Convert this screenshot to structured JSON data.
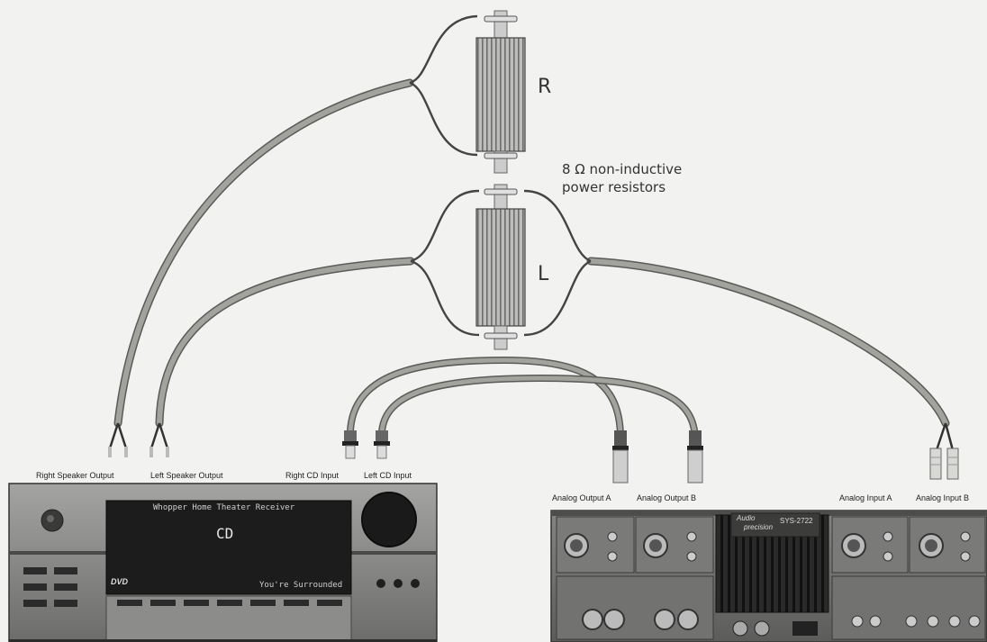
{
  "resistors": {
    "right_label": "R",
    "left_label": "L",
    "note_line1": "8 Ω non-inductive",
    "note_line2": "power resistors"
  },
  "receiver": {
    "display_title": "Whopper Home Theater Receiver",
    "display_source": "CD",
    "display_status": "You're Surrounded",
    "dvd_logo": "DVD"
  },
  "analyzer": {
    "brand_line1": "Audio",
    "brand_line2": "precision",
    "model": "SYS-2722"
  },
  "connection_labels": {
    "right_speaker_output": "Right Speaker Output",
    "left_speaker_output": "Left Speaker Output",
    "right_cd_input": "Right CD Input",
    "left_cd_input": "Left CD Input",
    "analog_output_a": "Analog Output A",
    "analog_output_b": "Analog Output B",
    "analog_input_a": "Analog Input A",
    "analog_input_b": "Analog Input B"
  },
  "colors": {
    "background": "#f2f2f0",
    "cable": "#9a9a94",
    "cable_dark": "#555555",
    "resistor_body": "#a8a8a6",
    "receiver_body": "#8a8a88",
    "display_panel": "#1c1c1c",
    "analyzer_body": "#6e6e6c"
  }
}
